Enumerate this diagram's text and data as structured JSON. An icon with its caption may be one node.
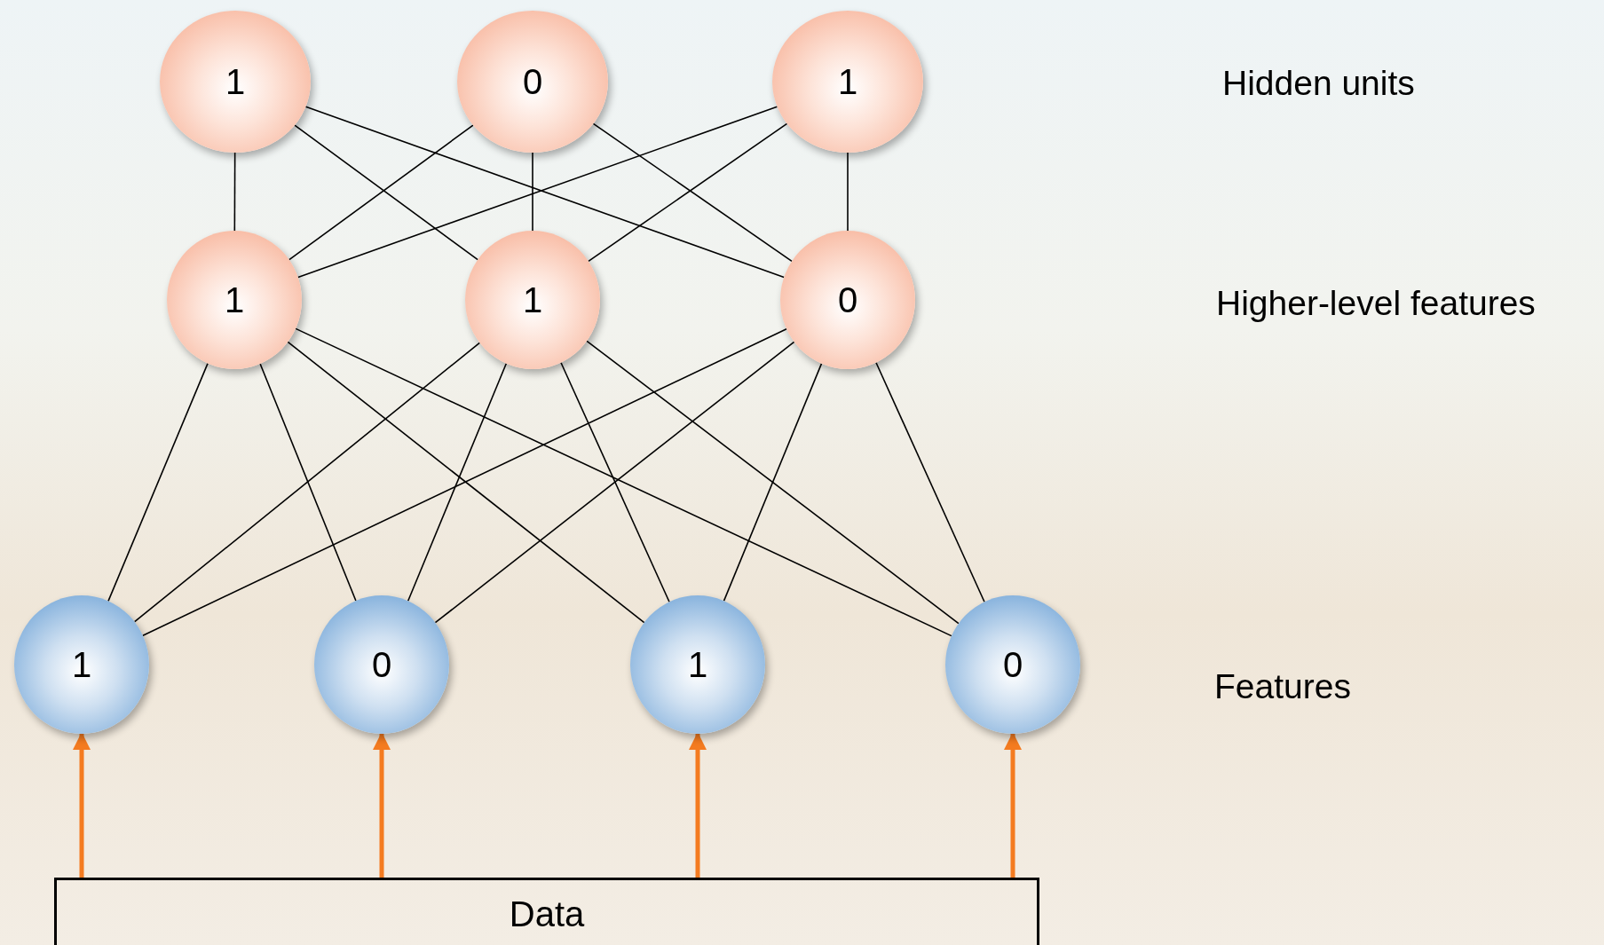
{
  "diagram": {
    "nodes": [
      {
        "text": [
          "1"
        ]
      },
      {
        "text": [
          "0"
        ]
      },
      {
        "text": [
          "1"
        ]
      },
      {
        "text": [
          "1"
        ]
      },
      {
        "text": [
          "1"
        ]
      },
      {
        "text": [
          "0"
        ]
      },
      {
        "text": [
          "1"
        ]
      },
      {
        "text": [
          "0"
        ]
      },
      {
        "text": [
          "1"
        ]
      },
      {
        "text": [
          "0"
        ]
      },
      {
        "text": [
          "Data"
        ]
      }
    ],
    "edges": [
      {
        "from": 0,
        "to": 3,
        "arrow": "none"
      },
      {
        "from": 0,
        "to": 4,
        "arrow": "none"
      },
      {
        "from": 0,
        "to": 5,
        "arrow": "none"
      },
      {
        "from": 1,
        "to": 3,
        "arrow": "none"
      },
      {
        "from": 1,
        "to": 4,
        "arrow": "none"
      },
      {
        "from": 1,
        "to": 5,
        "arrow": "none"
      },
      {
        "from": 2,
        "to": 3,
        "arrow": "none"
      },
      {
        "from": 2,
        "to": 4,
        "arrow": "none"
      },
      {
        "from": 2,
        "to": 5,
        "arrow": "none"
      },
      {
        "from": 3,
        "to": 6,
        "arrow": "none"
      },
      {
        "from": 3,
        "to": 7,
        "arrow": "none"
      },
      {
        "from": 3,
        "to": 8,
        "arrow": "none"
      },
      {
        "from": 3,
        "to": 9,
        "arrow": "none"
      },
      {
        "from": 4,
        "to": 6,
        "arrow": "none"
      },
      {
        "from": 4,
        "to": 7,
        "arrow": "none"
      },
      {
        "from": 4,
        "to": 8,
        "arrow": "none"
      },
      {
        "from": 4,
        "to": 9,
        "arrow": "none"
      },
      {
        "from": 5,
        "to": 6,
        "arrow": "none"
      },
      {
        "from": 5,
        "to": 7,
        "arrow": "none"
      },
      {
        "from": 5,
        "to": 8,
        "arrow": "none"
      },
      {
        "from": 5,
        "to": 9,
        "arrow": "none"
      },
      {
        "from": 10,
        "to": 6,
        "arrow": "to",
        "style": "thick",
        "color": "#f47b20"
      },
      {
        "from": 10,
        "to": 7,
        "arrow": "to",
        "style": "thick",
        "color": "#f47b20"
      },
      {
        "from": 10,
        "to": 8,
        "arrow": "to",
        "style": "thick",
        "color": "#f47b20"
      },
      {
        "from": 10,
        "to": 9,
        "arrow": "to",
        "style": "thick",
        "color": "#f47b20"
      }
    ],
    "labels": [
      "Hidden units",
      "Higher-level features",
      "Features"
    ]
  }
}
